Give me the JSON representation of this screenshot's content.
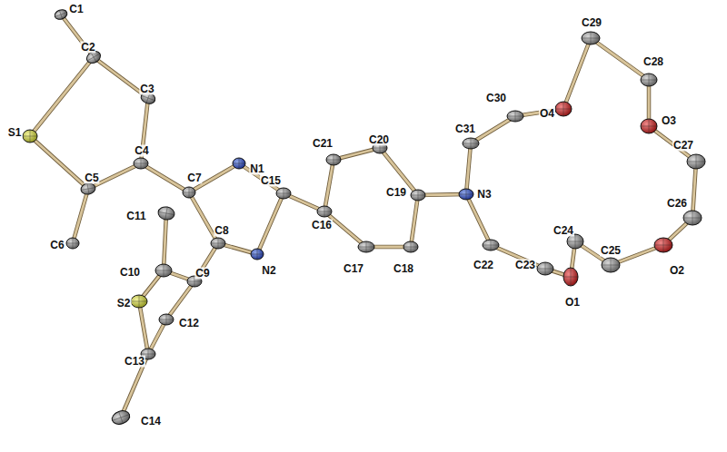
{
  "diagram": {
    "labels": [
      "C1",
      "C2",
      "S1",
      "C3",
      "C4",
      "C5",
      "C6",
      "C7",
      "N1",
      "C15",
      "C8",
      "C11",
      "C10",
      "C9",
      "S2",
      "C12",
      "C13",
      "C14",
      "N2",
      "C16",
      "C21",
      "C20",
      "C19",
      "C17",
      "C18",
      "N3",
      "C31",
      "C30",
      "C22",
      "C23",
      "C24",
      "O1",
      "C25",
      "O2",
      "C26",
      "C27",
      "O3",
      "C28",
      "C29",
      "O4"
    ]
  }
}
